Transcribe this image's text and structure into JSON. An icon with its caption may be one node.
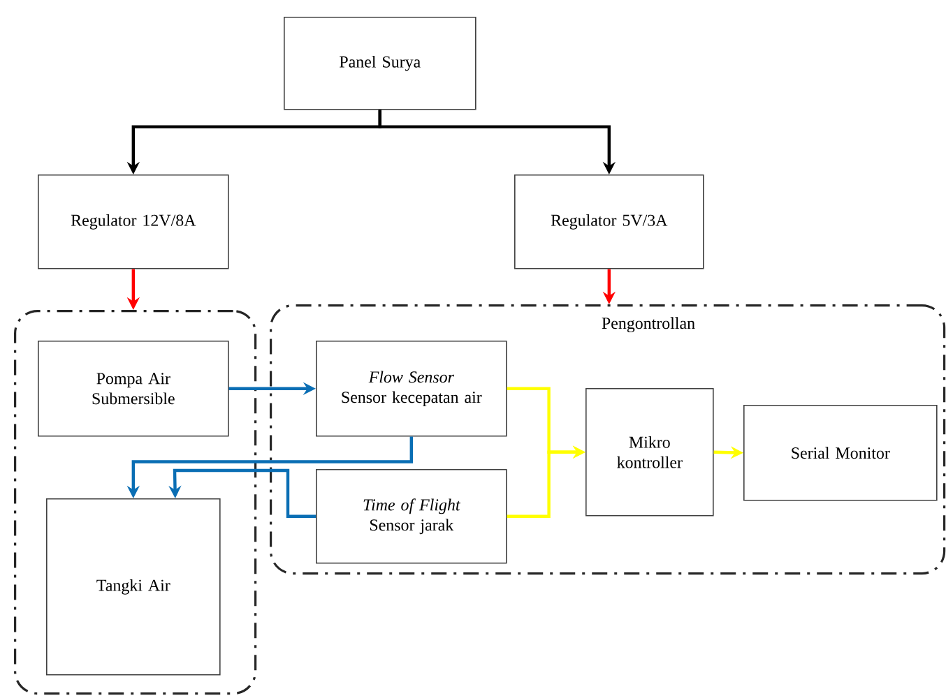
{
  "diagram": {
    "nodes": [
      {
        "text": [
          "Panel Surya"
        ]
      },
      {
        "text": [
          "Regulator 12V/8A"
        ]
      },
      {
        "text": [
          "Regulator 5V/3A"
        ]
      },
      {
        "text": [],
        "shape": "box"
      },
      {
        "text": [
          "Pompa Air Submersible"
        ],
        "in": 3
      },
      {
        "text": [
          "Tangki Air"
        ],
        "in": 3
      },
      {
        "text": [
          "Pengontrollan"
        ]
      },
      {
        "text": [
          "Flow Sensor",
          "Sensor kecepatan air"
        ],
        "in": 6
      },
      {
        "text": [
          "Time of Flight",
          "Sensor jarak"
        ],
        "in": 6
      },
      {
        "text": [
          "Mikro kontroller"
        ],
        "in": 6
      },
      {
        "text": [
          "Serial Monitor"
        ],
        "in": 6
      }
    ],
    "edges": [
      {
        "from": 0,
        "to": 1,
        "arrow": "to",
        "color": "#000000"
      },
      {
        "from": 0,
        "to": 2,
        "arrow": "to",
        "color": "#000000"
      },
      {
        "from": 1,
        "to": 3,
        "arrow": "to",
        "color": "#ff0000"
      },
      {
        "from": 2,
        "to": 6,
        "arrow": "to",
        "color": "#ff0000"
      },
      {
        "from": 4,
        "to": 7,
        "arrow": "to",
        "color": "#0a6eb4"
      },
      {
        "from": 7,
        "to": 5,
        "arrow": "to",
        "color": "#0a6eb4"
      },
      {
        "from": 8,
        "to": 5,
        "arrow": "to",
        "color": "#0a6eb4"
      },
      {
        "from": 7,
        "to": 9,
        "arrow": "to",
        "color": "#ffff00"
      },
      {
        "from": 8,
        "to": 9,
        "arrow": "to",
        "color": "#ffff00"
      },
      {
        "from": 9,
        "to": 10,
        "arrow": "to",
        "color": "#ffff00"
      }
    ]
  }
}
